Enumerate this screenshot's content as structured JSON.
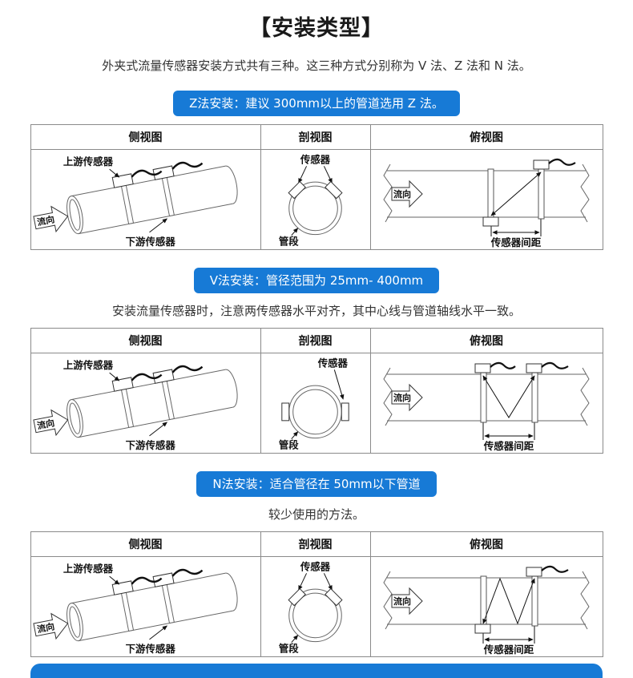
{
  "page": {
    "title": "【安装类型】",
    "intro": "外夹式流量传感器安装方式共有三种。这三种方式分别称为 V 法、Z 法和 N 法。"
  },
  "headers": [
    "侧视图",
    "剖视图",
    "俯视图"
  ],
  "labels": {
    "upstream": "上游传感器",
    "downstream": "下游传感器",
    "flow": "流向",
    "sensor": "传感器",
    "pipe_segment": "管段",
    "spacing": "传感器间距"
  },
  "sections": [
    {
      "id": "z",
      "badge": "Z法安装：建议 300mm以上的管道选用 Z 法。",
      "note": ""
    },
    {
      "id": "v",
      "badge": "V法安装：管径范围为 25mm- 400mm",
      "note": "安装流量传感器时，注意两传感器水平对齐，其中心线与管道轴线水平一致。"
    },
    {
      "id": "n",
      "badge": "N法安装：适合管径在 50mm以下管道",
      "note": "较少使用的方法。"
    }
  ],
  "colors": {
    "accent_blue": "#177ad6"
  }
}
